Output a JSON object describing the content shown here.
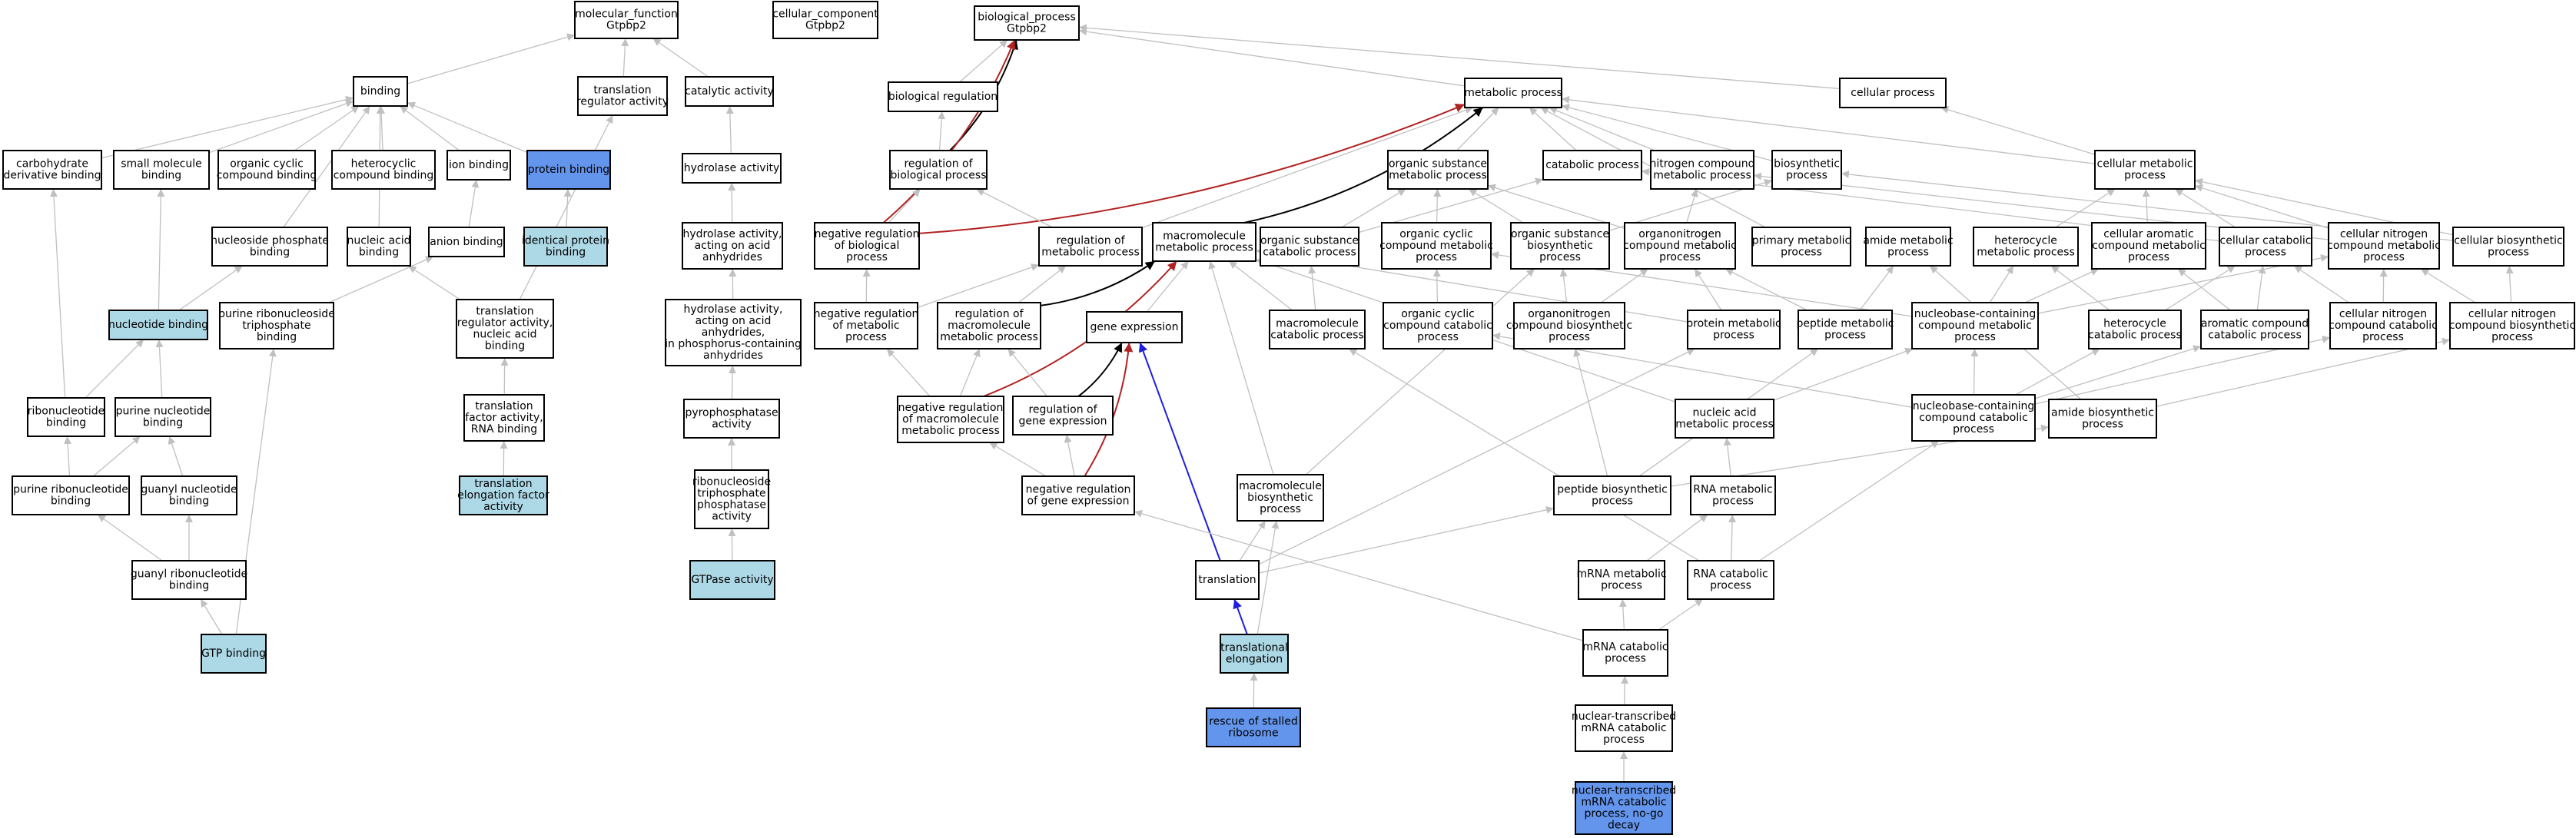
{
  "colors": {
    "default_fill": "#ffffff",
    "light_blue_fill": "#add8e6",
    "blue_fill": "#6495ed",
    "node_border": "#000000",
    "edge_gray": "#c0c0c0",
    "edge_black": "#000000",
    "edge_red": "#b22222",
    "edge_blue": "#1f1fe0"
  },
  "nodes": [
    {
      "id": "mf",
      "lines": [
        "molecular_function",
        "Gtpbp2"
      ],
      "fill": "white"
    },
    {
      "id": "cc",
      "lines": [
        "cellular_component",
        "Gtpbp2"
      ],
      "fill": "white"
    },
    {
      "id": "bp",
      "lines": [
        "biological_process",
        "Gtpbp2"
      ],
      "fill": "white"
    },
    {
      "id": "binding",
      "lines": [
        "binding"
      ],
      "fill": "white"
    },
    {
      "id": "tra",
      "lines": [
        "translation",
        "regulator activity"
      ],
      "fill": "white"
    },
    {
      "id": "cat",
      "lines": [
        "catalytic activity"
      ],
      "fill": "white"
    },
    {
      "id": "breg",
      "lines": [
        "biological regulation"
      ],
      "fill": "white"
    },
    {
      "id": "met",
      "lines": [
        "metabolic process"
      ],
      "fill": "white"
    },
    {
      "id": "cellp",
      "lines": [
        "cellular process"
      ],
      "fill": "white"
    },
    {
      "id": "carb",
      "lines": [
        "carbohydrate",
        "derivative binding"
      ],
      "fill": "white"
    },
    {
      "id": "smb",
      "lines": [
        "small molecule",
        "binding"
      ],
      "fill": "white"
    },
    {
      "id": "occb",
      "lines": [
        "organic cyclic",
        "compound binding"
      ],
      "fill": "white"
    },
    {
      "id": "hccb",
      "lines": [
        "heterocyclic",
        "compound binding"
      ],
      "fill": "white"
    },
    {
      "id": "ionb",
      "lines": [
        "ion binding"
      ],
      "fill": "white"
    },
    {
      "id": "protb",
      "lines": [
        "protein binding"
      ],
      "fill": "blue"
    },
    {
      "id": "hydro",
      "lines": [
        "hydrolase activity"
      ],
      "fill": "white"
    },
    {
      "id": "regbp",
      "lines": [
        "regulation of",
        "biological process"
      ],
      "fill": "white"
    },
    {
      "id": "osmp",
      "lines": [
        "organic substance",
        "metabolic process"
      ],
      "fill": "white"
    },
    {
      "id": "catp",
      "lines": [
        "catabolic process"
      ],
      "fill": "white"
    },
    {
      "id": "ncmp",
      "lines": [
        "nitrogen compound",
        "metabolic process"
      ],
      "fill": "white"
    },
    {
      "id": "biosyn",
      "lines": [
        "biosynthetic",
        "process"
      ],
      "fill": "white"
    },
    {
      "id": "cmp",
      "lines": [
        "cellular metabolic",
        "process"
      ],
      "fill": "white"
    },
    {
      "id": "npb",
      "lines": [
        "nucleoside phosphate",
        "binding"
      ],
      "fill": "white"
    },
    {
      "id": "nab",
      "lines": [
        "nucleic acid",
        "binding"
      ],
      "fill": "white"
    },
    {
      "id": "anb",
      "lines": [
        "anion binding"
      ],
      "fill": "white"
    },
    {
      "id": "ipb",
      "lines": [
        "identical protein",
        "binding"
      ],
      "fill": "lightblue"
    },
    {
      "id": "hydroa",
      "lines": [
        "hydrolase activity,",
        "acting on acid",
        "anhydrides"
      ],
      "fill": "white"
    },
    {
      "id": "nrbp",
      "lines": [
        "negative regulation",
        "of biological",
        "process"
      ],
      "fill": "white"
    },
    {
      "id": "regmp",
      "lines": [
        "regulation of",
        "metabolic process"
      ],
      "fill": "white"
    },
    {
      "id": "mmp",
      "lines": [
        "macromolecule",
        "metabolic process"
      ],
      "fill": "white"
    },
    {
      "id": "oscp",
      "lines": [
        "organic substance",
        "catabolic process"
      ],
      "fill": "white"
    },
    {
      "id": "occmp",
      "lines": [
        "organic cyclic",
        "compound metabolic",
        "process"
      ],
      "fill": "white"
    },
    {
      "id": "osbp",
      "lines": [
        "organic substance",
        "biosynthetic",
        "process"
      ],
      "fill": "white"
    },
    {
      "id": "oncmp",
      "lines": [
        "organonitrogen",
        "compound metabolic",
        "process"
      ],
      "fill": "white"
    },
    {
      "id": "pmp",
      "lines": [
        "primary metabolic",
        "process"
      ],
      "fill": "white"
    },
    {
      "id": "amp",
      "lines": [
        "amide metabolic",
        "process"
      ],
      "fill": "white"
    },
    {
      "id": "hmp",
      "lines": [
        "heterocycle",
        "metabolic process"
      ],
      "fill": "white"
    },
    {
      "id": "cacmp",
      "lines": [
        "cellular aromatic",
        "compound metabolic",
        "process"
      ],
      "fill": "white"
    },
    {
      "id": "ccp",
      "lines": [
        "cellular catabolic",
        "process"
      ],
      "fill": "white"
    },
    {
      "id": "cncmp",
      "lines": [
        "cellular nitrogen",
        "compound metabolic",
        "process"
      ],
      "fill": "white"
    },
    {
      "id": "cbp",
      "lines": [
        "cellular biosynthetic",
        "process"
      ],
      "fill": "white"
    },
    {
      "id": "nucb",
      "lines": [
        "nucleotide binding"
      ],
      "fill": "lightblue"
    },
    {
      "id": "prntb",
      "lines": [
        "purine ribonucleoside",
        "triphosphate",
        "binding"
      ],
      "fill": "white"
    },
    {
      "id": "tranab",
      "lines": [
        "translation",
        "regulator activity,",
        "nucleic acid",
        "binding"
      ],
      "fill": "white"
    },
    {
      "id": "hydrop",
      "lines": [
        "hydrolase activity,",
        "acting on acid",
        "anhydrides,",
        "in phosphorus-containing",
        "anhydrides"
      ],
      "fill": "white"
    },
    {
      "id": "nrmp",
      "lines": [
        "negative regulation",
        "of metabolic",
        "process"
      ],
      "fill": "white"
    },
    {
      "id": "regmmp",
      "lines": [
        "regulation of",
        "macromolecule",
        "metabolic process"
      ],
      "fill": "white"
    },
    {
      "id": "gexp",
      "lines": [
        "gene expression"
      ],
      "fill": "white"
    },
    {
      "id": "mcp",
      "lines": [
        "macromolecule",
        "catabolic process"
      ],
      "fill": "white"
    },
    {
      "id": "occcp",
      "lines": [
        "organic cyclic",
        "compound catabolic",
        "process"
      ],
      "fill": "white"
    },
    {
      "id": "oncbp",
      "lines": [
        "organonitrogen",
        "compound biosynthetic",
        "process"
      ],
      "fill": "white"
    },
    {
      "id": "protmp",
      "lines": [
        "protein metabolic",
        "process"
      ],
      "fill": "white"
    },
    {
      "id": "pepmp",
      "lines": [
        "peptide metabolic",
        "process"
      ],
      "fill": "white"
    },
    {
      "id": "nbcmp",
      "lines": [
        "nucleobase-containing",
        "compound metabolic",
        "process"
      ],
      "fill": "white"
    },
    {
      "id": "hcp",
      "lines": [
        "heterocycle",
        "catabolic process"
      ],
      "fill": "white"
    },
    {
      "id": "accp",
      "lines": [
        "aromatic compound",
        "catabolic process"
      ],
      "fill": "white"
    },
    {
      "id": "cnccp",
      "lines": [
        "cellular nitrogen",
        "compound catabolic",
        "process"
      ],
      "fill": "white"
    },
    {
      "id": "cncbp",
      "lines": [
        "cellular nitrogen",
        "compound biosynthetic",
        "process"
      ],
      "fill": "white"
    },
    {
      "id": "ribb",
      "lines": [
        "ribonucleotide",
        "binding"
      ],
      "fill": "white"
    },
    {
      "id": "purb",
      "lines": [
        "purine nucleotide",
        "binding"
      ],
      "fill": "white"
    },
    {
      "id": "tfrna",
      "lines": [
        "translation",
        "factor activity,",
        "RNA binding"
      ],
      "fill": "white"
    },
    {
      "id": "pyro",
      "lines": [
        "pyrophosphatase",
        "activity"
      ],
      "fill": "white"
    },
    {
      "id": "nrmmp",
      "lines": [
        "negative regulation",
        "of macromolecule",
        "metabolic process"
      ],
      "fill": "white"
    },
    {
      "id": "rge",
      "lines": [
        "regulation of",
        "gene expression"
      ],
      "fill": "white"
    },
    {
      "id": "nuamp",
      "lines": [
        "nucleic acid",
        "metabolic process"
      ],
      "fill": "white"
    },
    {
      "id": "nbccp",
      "lines": [
        "nucleobase-containing",
        "compound catabolic",
        "process"
      ],
      "fill": "white"
    },
    {
      "id": "amidb",
      "lines": [
        "amide biosynthetic",
        "process"
      ],
      "fill": "white"
    },
    {
      "id": "prnb",
      "lines": [
        "purine ribonucleotide",
        "binding"
      ],
      "fill": "white"
    },
    {
      "id": "guanb",
      "lines": [
        "guanyl nucleotide",
        "binding"
      ],
      "fill": "white"
    },
    {
      "id": "tefa",
      "lines": [
        "translation",
        "elongation factor",
        "activity"
      ],
      "fill": "lightblue"
    },
    {
      "id": "rntpa",
      "lines": [
        "ribonucleoside",
        "triphosphate",
        "phosphatase",
        "activity"
      ],
      "fill": "white"
    },
    {
      "id": "nrge",
      "lines": [
        "negative regulation",
        "of gene expression"
      ],
      "fill": "white"
    },
    {
      "id": "mbp",
      "lines": [
        "macromolecule",
        "biosynthetic",
        "process"
      ],
      "fill": "white"
    },
    {
      "id": "pepbp",
      "lines": [
        "peptide biosynthetic",
        "process"
      ],
      "fill": "white"
    },
    {
      "id": "rnamp",
      "lines": [
        "RNA metabolic",
        "process"
      ],
      "fill": "white"
    },
    {
      "id": "grb",
      "lines": [
        "guanyl ribonucleotide",
        "binding"
      ],
      "fill": "white"
    },
    {
      "id": "gtpase",
      "lines": [
        "GTPase activity"
      ],
      "fill": "lightblue"
    },
    {
      "id": "transl",
      "lines": [
        "translation"
      ],
      "fill": "white"
    },
    {
      "id": "mrnamp",
      "lines": [
        "mRNA metabolic",
        "process"
      ],
      "fill": "white"
    },
    {
      "id": "rnacp",
      "lines": [
        "RNA catabolic",
        "process"
      ],
      "fill": "white"
    },
    {
      "id": "gtpb",
      "lines": [
        "GTP binding"
      ],
      "fill": "lightblue"
    },
    {
      "id": "telong",
      "lines": [
        "translational",
        "elongation"
      ],
      "fill": "lightblue"
    },
    {
      "id": "mrnacp",
      "lines": [
        "mRNA catabolic",
        "process"
      ],
      "fill": "white"
    },
    {
      "id": "rsr",
      "lines": [
        "rescue of stalled",
        "ribosome"
      ],
      "fill": "blue"
    },
    {
      "id": "ntmcp",
      "lines": [
        "nuclear-transcribed",
        "mRNA catabolic",
        "process"
      ],
      "fill": "white"
    },
    {
      "id": "nogo",
      "lines": [
        "nuclear-transcribed",
        "mRNA catabolic",
        "process, no-go",
        "decay"
      ],
      "fill": "blue"
    }
  ],
  "edges": [
    [
      "binding",
      "mf",
      "gray"
    ],
    [
      "tra",
      "mf",
      "gray"
    ],
    [
      "cat",
      "mf",
      "gray"
    ],
    [
      "breg",
      "bp",
      "gray"
    ],
    [
      "met",
      "bp",
      "gray"
    ],
    [
      "cellp",
      "bp",
      "gray"
    ],
    [
      "regbp",
      "bp",
      "black"
    ],
    [
      "nrbp",
      "bp",
      "red"
    ],
    [
      "carb",
      "binding",
      "gray"
    ],
    [
      "smb",
      "binding",
      "gray"
    ],
    [
      "occb",
      "binding",
      "gray"
    ],
    [
      "hccb",
      "binding",
      "gray"
    ],
    [
      "ionb",
      "binding",
      "gray"
    ],
    [
      "protb",
      "binding",
      "gray"
    ],
    [
      "npb",
      "binding",
      "gray"
    ],
    [
      "nab",
      "binding",
      "gray"
    ],
    [
      "hydro",
      "cat",
      "gray"
    ],
    [
      "regbp",
      "breg",
      "gray"
    ],
    [
      "osmp",
      "met",
      "gray"
    ],
    [
      "catp",
      "met",
      "gray"
    ],
    [
      "ncmp",
      "met",
      "gray"
    ],
    [
      "biosyn",
      "met",
      "gray"
    ],
    [
      "cmp",
      "met",
      "gray"
    ],
    [
      "pmp",
      "met",
      "gray"
    ],
    [
      "mmp",
      "met",
      "black"
    ],
    [
      "nrbp",
      "met",
      "red"
    ],
    [
      "regmp",
      "met",
      "gray"
    ],
    [
      "cmp",
      "cellp",
      "gray"
    ],
    [
      "ipb",
      "protb",
      "gray"
    ],
    [
      "anb",
      "ionb",
      "gray"
    ],
    [
      "hydroa",
      "hydro",
      "gray"
    ],
    [
      "nrbp",
      "regbp",
      "gray"
    ],
    [
      "regmp",
      "regbp",
      "gray"
    ],
    [
      "oscp",
      "osmp",
      "gray"
    ],
    [
      "occmp",
      "osmp",
      "gray"
    ],
    [
      "osbp",
      "osmp",
      "gray"
    ],
    [
      "oncmp",
      "osmp",
      "gray"
    ],
    [
      "oscp",
      "catp",
      "gray"
    ],
    [
      "ccp",
      "catp",
      "gray"
    ],
    [
      "oncmp",
      "ncmp",
      "gray"
    ],
    [
      "cncmp",
      "ncmp",
      "gray"
    ],
    [
      "osbp",
      "biosyn",
      "gray"
    ],
    [
      "cbp",
      "biosyn",
      "gray"
    ],
    [
      "hmp",
      "cmp",
      "gray"
    ],
    [
      "cacmp",
      "cmp",
      "gray"
    ],
    [
      "ccp",
      "cmp",
      "gray"
    ],
    [
      "cncmp",
      "cmp",
      "gray"
    ],
    [
      "cbp",
      "cmp",
      "gray"
    ],
    [
      "nucb",
      "npb",
      "gray"
    ],
    [
      "prntb",
      "anb",
      "gray"
    ],
    [
      "tranab",
      "nab",
      "gray"
    ],
    [
      "tranab",
      "tra",
      "gray"
    ],
    [
      "hydrop",
      "hydroa",
      "gray"
    ],
    [
      "nrmp",
      "nrbp",
      "gray"
    ],
    [
      "nrmp",
      "regmp",
      "gray"
    ],
    [
      "regmmp",
      "regmp",
      "gray"
    ],
    [
      "gexp",
      "mmp",
      "gray"
    ],
    [
      "mcp",
      "mmp",
      "gray"
    ],
    [
      "mcp",
      "oscp",
      "gray"
    ],
    [
      "occcp",
      "occmp",
      "gray"
    ],
    [
      "oncbp",
      "oncmp",
      "gray"
    ],
    [
      "oncbp",
      "osbp",
      "gray"
    ],
    [
      "protmp",
      "oncmp",
      "gray"
    ],
    [
      "protmp",
      "mmp",
      "gray"
    ],
    [
      "pepmp",
      "amp",
      "gray"
    ],
    [
      "pepmp",
      "oncmp",
      "gray"
    ],
    [
      "nbcmp",
      "hmp",
      "gray"
    ],
    [
      "nbcmp",
      "cacmp",
      "gray"
    ],
    [
      "nbcmp",
      "cncmp",
      "gray"
    ],
    [
      "nbcmp",
      "occmp",
      "gray"
    ],
    [
      "hcp",
      "hmp",
      "gray"
    ],
    [
      "hcp",
      "ccp",
      "gray"
    ],
    [
      "accp",
      "cacmp",
      "gray"
    ],
    [
      "accp",
      "ccp",
      "gray"
    ],
    [
      "cnccp",
      "cncmp",
      "gray"
    ],
    [
      "cnccp",
      "ccp",
      "gray"
    ],
    [
      "cncbp",
      "cncmp",
      "gray"
    ],
    [
      "cncbp",
      "cbp",
      "gray"
    ],
    [
      "nucb",
      "smb",
      "gray"
    ],
    [
      "ribb",
      "carb",
      "gray"
    ],
    [
      "ribb",
      "nucb",
      "gray"
    ],
    [
      "purb",
      "nucb",
      "gray"
    ],
    [
      "tfrna",
      "tranab",
      "gray"
    ],
    [
      "pyro",
      "hydrop",
      "gray"
    ],
    [
      "nrmmp",
      "nrmp",
      "gray"
    ],
    [
      "nrmmp",
      "regmmp",
      "gray"
    ],
    [
      "nrmmp",
      "mmp",
      "red"
    ],
    [
      "rge",
      "regmmp",
      "gray"
    ],
    [
      "rge",
      "gexp",
      "black"
    ],
    [
      "regmmp",
      "mmp",
      "black"
    ],
    [
      "nuamp",
      "nbcmp",
      "gray"
    ],
    [
      "nuamp",
      "mmp",
      "gray"
    ],
    [
      "nbccp",
      "nbcmp",
      "gray"
    ],
    [
      "nbccp",
      "hcp",
      "gray"
    ],
    [
      "nbccp",
      "accp",
      "gray"
    ],
    [
      "nbccp",
      "cnccp",
      "gray"
    ],
    [
      "nbccp",
      "occcp",
      "gray"
    ],
    [
      "amidb",
      "amp",
      "gray"
    ],
    [
      "amidb",
      "cncbp",
      "gray"
    ],
    [
      "prnb",
      "ribb",
      "gray"
    ],
    [
      "prnb",
      "purb",
      "gray"
    ],
    [
      "guanb",
      "purb",
      "gray"
    ],
    [
      "tefa",
      "tfrna",
      "gray"
    ],
    [
      "rntpa",
      "pyro",
      "gray"
    ],
    [
      "nrge",
      "nrmmp",
      "gray"
    ],
    [
      "nrge",
      "rge",
      "gray"
    ],
    [
      "nrge",
      "gexp",
      "red"
    ],
    [
      "mbp",
      "mmp",
      "gray"
    ],
    [
      "mbp",
      "osbp",
      "gray"
    ],
    [
      "pepbp",
      "pepmp",
      "gray"
    ],
    [
      "pepbp",
      "oncbp",
      "gray"
    ],
    [
      "pepbp",
      "amidb",
      "gray"
    ],
    [
      "rnamp",
      "nuamp",
      "gray"
    ],
    [
      "grb",
      "prnb",
      "gray"
    ],
    [
      "grb",
      "guanb",
      "gray"
    ],
    [
      "gtpase",
      "rntpa",
      "gray"
    ],
    [
      "transl",
      "gexp",
      "blue"
    ],
    [
      "transl",
      "mbp",
      "gray"
    ],
    [
      "transl",
      "pepbp",
      "gray"
    ],
    [
      "transl",
      "protmp",
      "gray"
    ],
    [
      "mrnamp",
      "rnamp",
      "gray"
    ],
    [
      "rnacp",
      "rnamp",
      "gray"
    ],
    [
      "rnacp",
      "mcp",
      "gray"
    ],
    [
      "rnacp",
      "nbccp",
      "gray"
    ],
    [
      "gtpb",
      "grb",
      "gray"
    ],
    [
      "gtpb",
      "prntb",
      "gray"
    ],
    [
      "telong",
      "transl",
      "blue"
    ],
    [
      "telong",
      "mbp",
      "gray"
    ],
    [
      "mrnacp",
      "mrnamp",
      "gray"
    ],
    [
      "mrnacp",
      "rnacp",
      "gray"
    ],
    [
      "mrnacp",
      "nrge",
      "gray"
    ],
    [
      "rsr",
      "telong",
      "gray"
    ],
    [
      "ntmcp",
      "mrnacp",
      "gray"
    ],
    [
      "nogo",
      "ntmcp",
      "gray"
    ]
  ]
}
